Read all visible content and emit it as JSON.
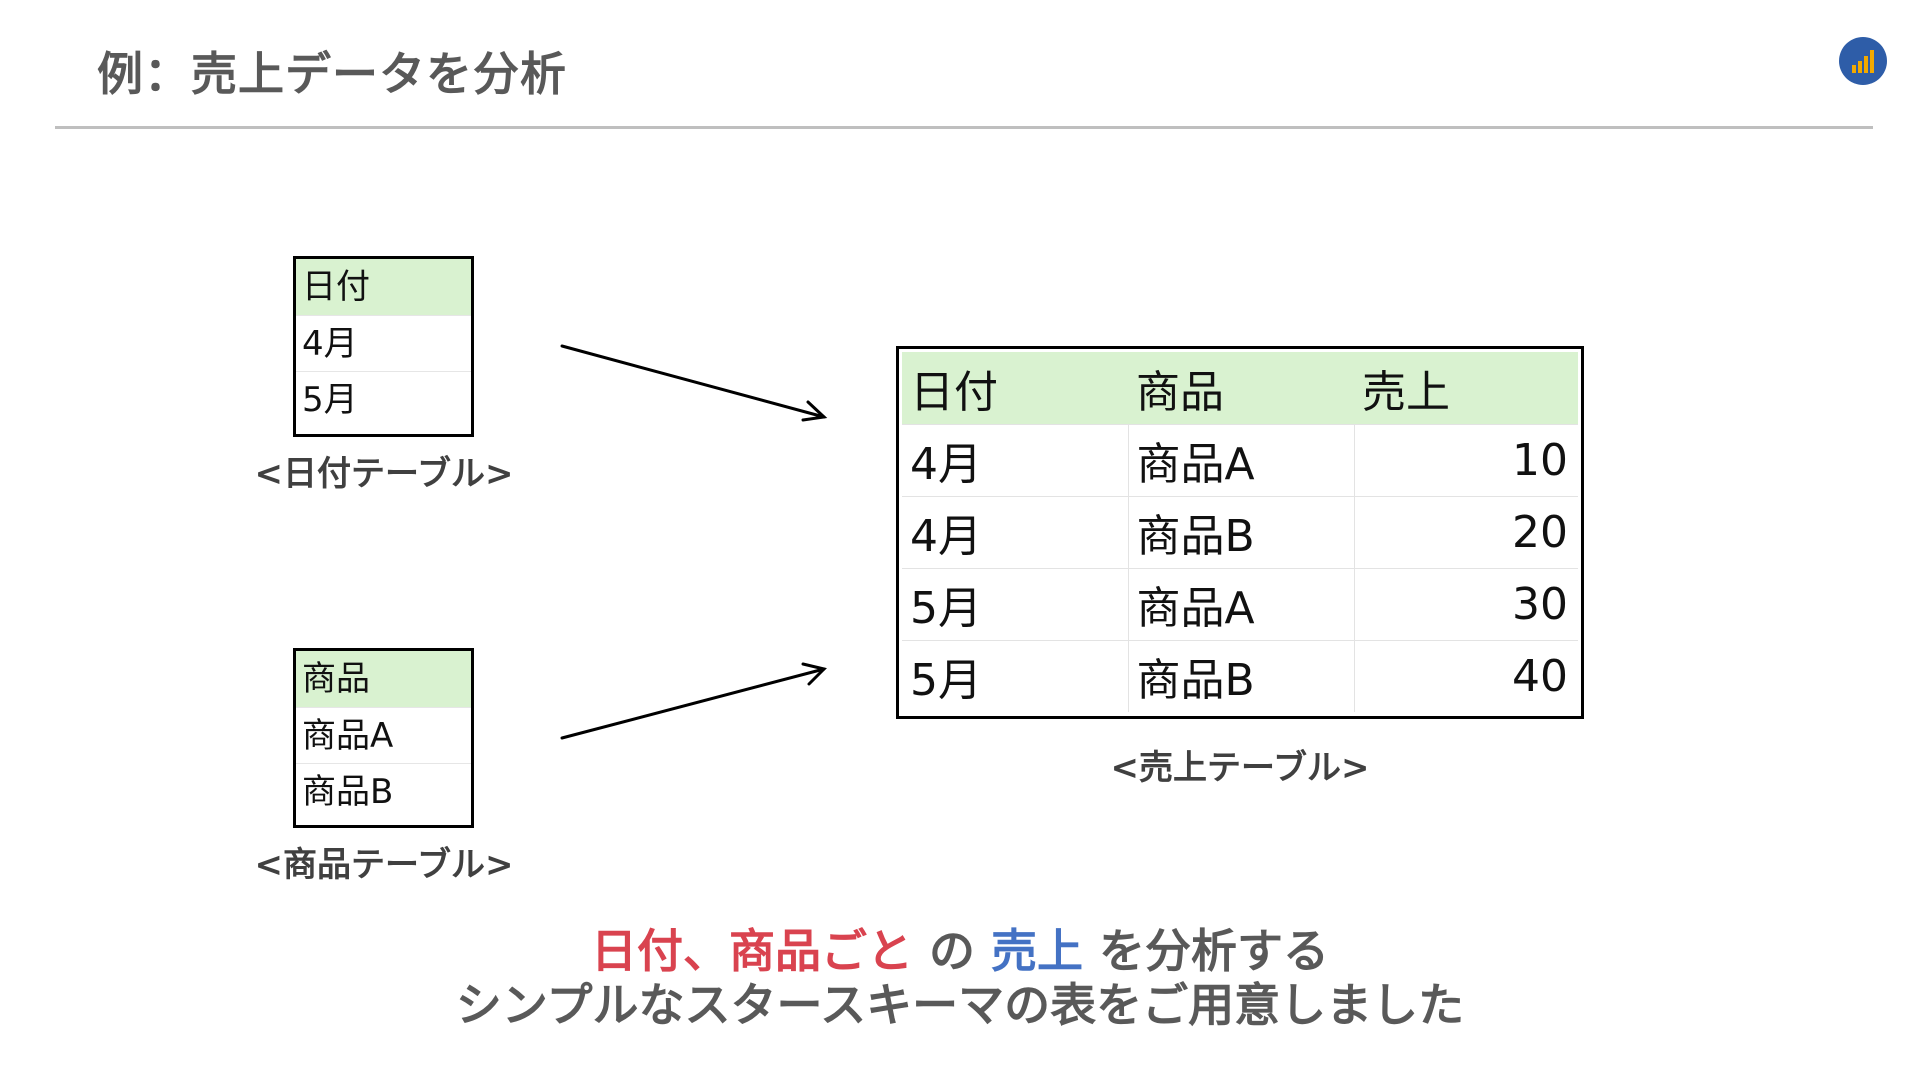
{
  "slide": {
    "title": "例：売上データを分析"
  },
  "date_table": {
    "header": "日付",
    "rows": [
      "4月",
      "5月"
    ],
    "caption": "<日付テーブル>"
  },
  "product_table": {
    "header": "商品",
    "rows": [
      "商品A",
      "商品B"
    ],
    "caption": "<商品テーブル>"
  },
  "sales_table": {
    "headers": [
      "日付",
      "商品",
      "売上"
    ],
    "rows": [
      [
        "4月",
        "商品A",
        "10"
      ],
      [
        "4月",
        "商品B",
        "20"
      ],
      [
        "5月",
        "商品A",
        "30"
      ],
      [
        "5月",
        "商品B",
        "40"
      ]
    ],
    "caption": "<売上テーブル>"
  },
  "summary": {
    "line1_red": "日付、商品ごと",
    "line1_mid": " の ",
    "line1_blue": "売上",
    "line1_end": " を分析する",
    "line2": "シンプルなスタースキーマの表をご用意しました"
  },
  "colors": {
    "header_fill": "#d9f2d0",
    "accent_red": "#d9434f",
    "accent_blue": "#4472c4",
    "logo_bg": "#2e5da8",
    "logo_bars": "#f2a900"
  },
  "icons": {
    "logo": "bar-chart-logo-icon"
  }
}
